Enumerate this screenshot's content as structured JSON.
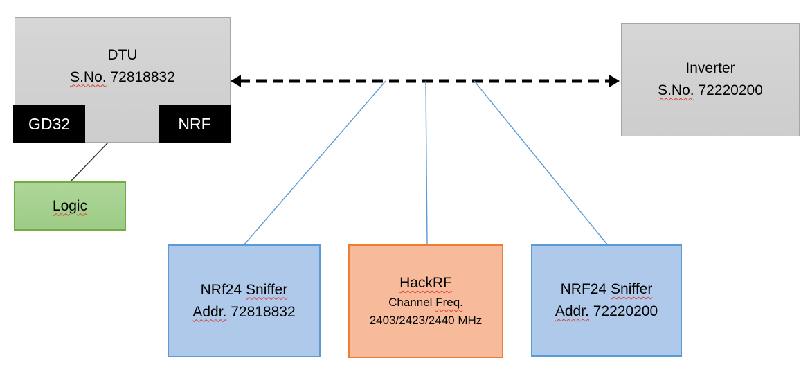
{
  "dtu": {
    "title": "DTU",
    "sno_label": "S.No.",
    "serial": "72818832",
    "gd32_label": "GD32",
    "nrf_label": "NRF"
  },
  "logic": {
    "label": "Logic"
  },
  "inverter": {
    "title": "Inverter",
    "sno_label": "S.No.",
    "serial": "72220200"
  },
  "sniffer_left": {
    "name_prefix": "NRf24",
    "name_word": "Sniffer",
    "addr_label": "Addr.",
    "address": "72818832"
  },
  "hackrf": {
    "title": "HackRF",
    "channel_word": "Channel",
    "freq_word": "Freq.",
    "frequencies": "2403/2423/2440 MHz"
  },
  "sniffer_right": {
    "name_prefix": "NRF24",
    "name_word": "Sniffer",
    "addr_label": "Addr.",
    "address": "72220200"
  },
  "colors": {
    "gray_box_fill": "#D2D2D2",
    "gray_box_border": "#A6A6A6",
    "chip_fill": "#000000",
    "chip_text": "#FFFFFF",
    "green_fill": "#A6D18F",
    "green_border": "#70AD47",
    "blue_fill": "#AEC9E9",
    "blue_border": "#5B9BD5",
    "orange_fill": "#F7BA9B",
    "orange_border": "#ED7D31",
    "connector_blue": "#5B9BD5",
    "connector_black": "#000000",
    "spellcheck_red": "#E03C31"
  }
}
